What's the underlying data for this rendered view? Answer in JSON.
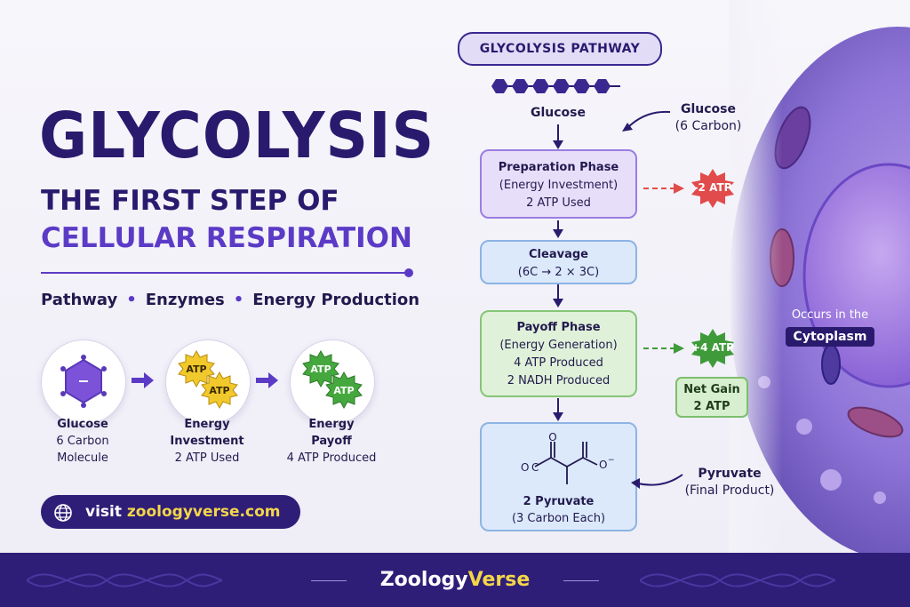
{
  "header": {
    "title": "GLYCOLYSIS",
    "subtitle_line1": "THE FIRST STEP OF",
    "subtitle_line2": "CELLULAR RESPIRATION"
  },
  "topics": [
    "Pathway",
    "Enzymes",
    "Energy Production"
  ],
  "steps": [
    {
      "title": "Glucose",
      "lines": [
        "6 Carbon",
        "Molecule"
      ],
      "icon": "glucose-hexagon-icon"
    },
    {
      "title_lines": [
        "Energy",
        "Investment"
      ],
      "detail": "2 ATP Used",
      "icon": "atp-badge-icon",
      "badge": "ATP"
    },
    {
      "title_lines": [
        "Energy",
        "Payoff"
      ],
      "detail": "4 ATP Produced",
      "icon": "atp-badge-icon",
      "badge": "ATP"
    }
  ],
  "visit": {
    "prefix": "visit",
    "url": "zoologyverse.com"
  },
  "pathway": {
    "badge": "GLYCOLYSIS PATHWAY",
    "start_label": "Glucose",
    "side_glucose": {
      "title": "Glucose",
      "detail": "(6 Carbon)"
    },
    "prep": {
      "title": "Preparation Phase",
      "line1": "(Energy Investment)",
      "line2": "2 ATP Used",
      "atp": "-2 ATP"
    },
    "cleavage": {
      "title": "Cleavage",
      "line1": "(6C → 2 × 3C)"
    },
    "payoff": {
      "title": "Payoff Phase",
      "line1": "(Energy Generation)",
      "line2": "4 ATP Produced",
      "line3": "2 NADH Produced",
      "atp": "+4 ATP"
    },
    "net_gain": {
      "line1": "Net Gain",
      "line2": "2 ATP"
    },
    "product": {
      "formula_left": "O",
      "formula_right": "O",
      "title": "2 Pyruvate",
      "line1": "(3 Carbon Each)"
    },
    "side_pyruvate": {
      "title": "Pyruvate",
      "detail": "(Final Product)"
    },
    "cytoplasm": {
      "line1": "Occurs in the",
      "line2": "Cytoplasm"
    }
  },
  "footer": {
    "brand_part1": "Zoology",
    "brand_part2": "Verse"
  },
  "colors": {
    "navy": "#2a1a6e",
    "violet": "#5b3bc6",
    "footer": "#2f1e78",
    "accent_yellow": "#f3d64a",
    "atp_red": "#e24b4b",
    "atp_green": "#3f9b3a"
  }
}
